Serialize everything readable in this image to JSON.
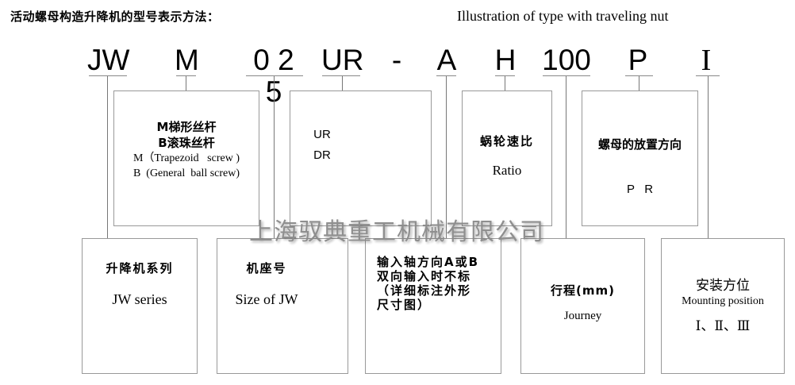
{
  "header": {
    "title_cn": "活动螺母构造升降机的型号表示方法：",
    "title_en": "Illustration of type with traveling nut"
  },
  "model_code": {
    "segments": [
      {
        "id": "series",
        "text": "JW"
      },
      {
        "id": "screw",
        "text": "M"
      },
      {
        "id": "size",
        "text": "0 2 5"
      },
      {
        "id": "structure",
        "text": "UR"
      },
      {
        "id": "dash",
        "text": "-"
      },
      {
        "id": "input",
        "text": "A"
      },
      {
        "id": "ratio",
        "text": "H"
      },
      {
        "id": "journey",
        "text": "100"
      },
      {
        "id": "nut",
        "text": "P"
      },
      {
        "id": "mounting",
        "text": "I"
      }
    ]
  },
  "top_boxes": {
    "screw": {
      "line1": "M梯形丝杆",
      "line2": "B滚珠丝杆",
      "line3": "M（Trapezoid   screw )",
      "line4": "B  (General  ball screw)"
    },
    "structure": {
      "line1": "UR",
      "line2": "DR"
    },
    "ratio": {
      "cn": "蜗轮速比",
      "en": "Ratio"
    },
    "nut": {
      "cn": "螺母的放置方向",
      "options": "P   R"
    }
  },
  "bottom_boxes": {
    "series": {
      "cn": "升降机系列",
      "en": "JW series"
    },
    "size": {
      "cn": "机座号",
      "en": "Size of JW"
    },
    "input": {
      "line1": "输入轴方向A或B",
      "line2": "双向输入时不标",
      "line3": "（详细标注外形",
      "line4": "尺寸图）"
    },
    "journey": {
      "cn": "行程(mm)",
      "en": "Journey"
    },
    "mounting": {
      "cn": "安装方位",
      "en": "Mounting position",
      "options": "Ⅰ、Ⅱ、Ⅲ"
    }
  },
  "watermark": "上海驭典重工机械有限公司"
}
